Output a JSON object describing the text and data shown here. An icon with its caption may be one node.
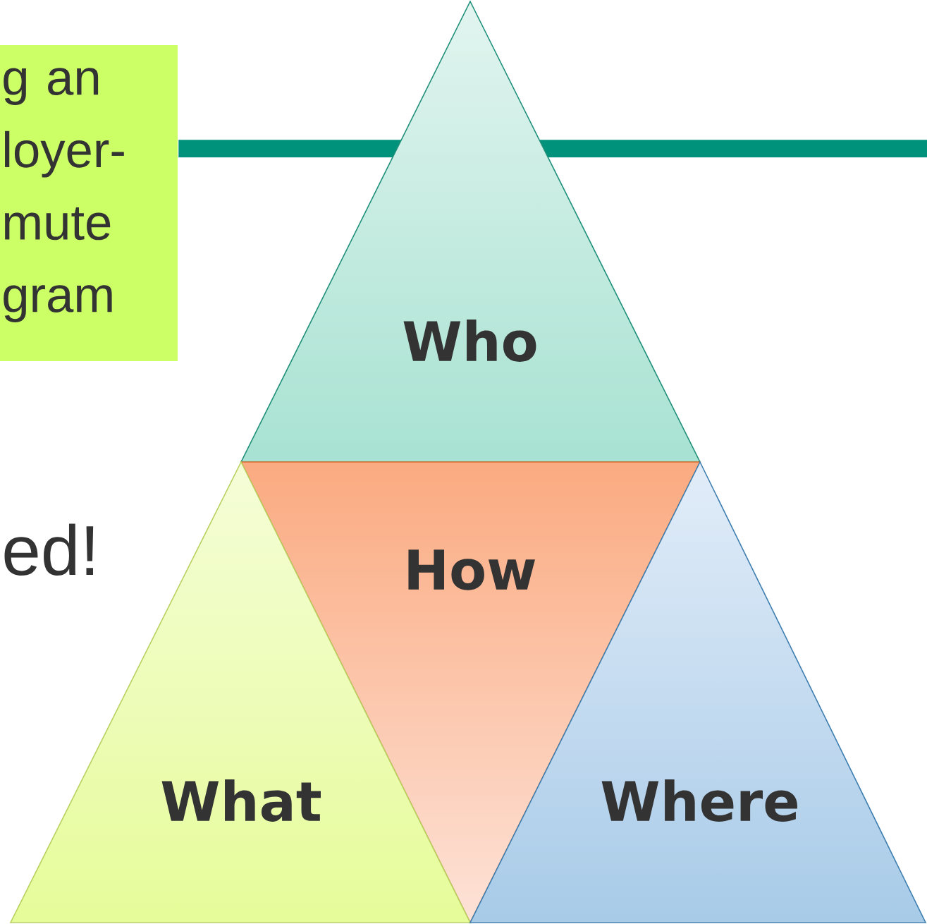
{
  "diagram": {
    "nodes": [
      {
        "text": [
          "g an loyer- mute gram"
        ]
      },
      {
        "text": [
          "Who"
        ]
      },
      {
        "text": [
          "How"
        ]
      },
      {
        "text": [
          "What"
        ]
      },
      {
        "text": [
          "Where"
        ]
      },
      {
        "text": [],
        "shape": "bar"
      }
    ],
    "labels": [
      "ed!"
    ]
  }
}
